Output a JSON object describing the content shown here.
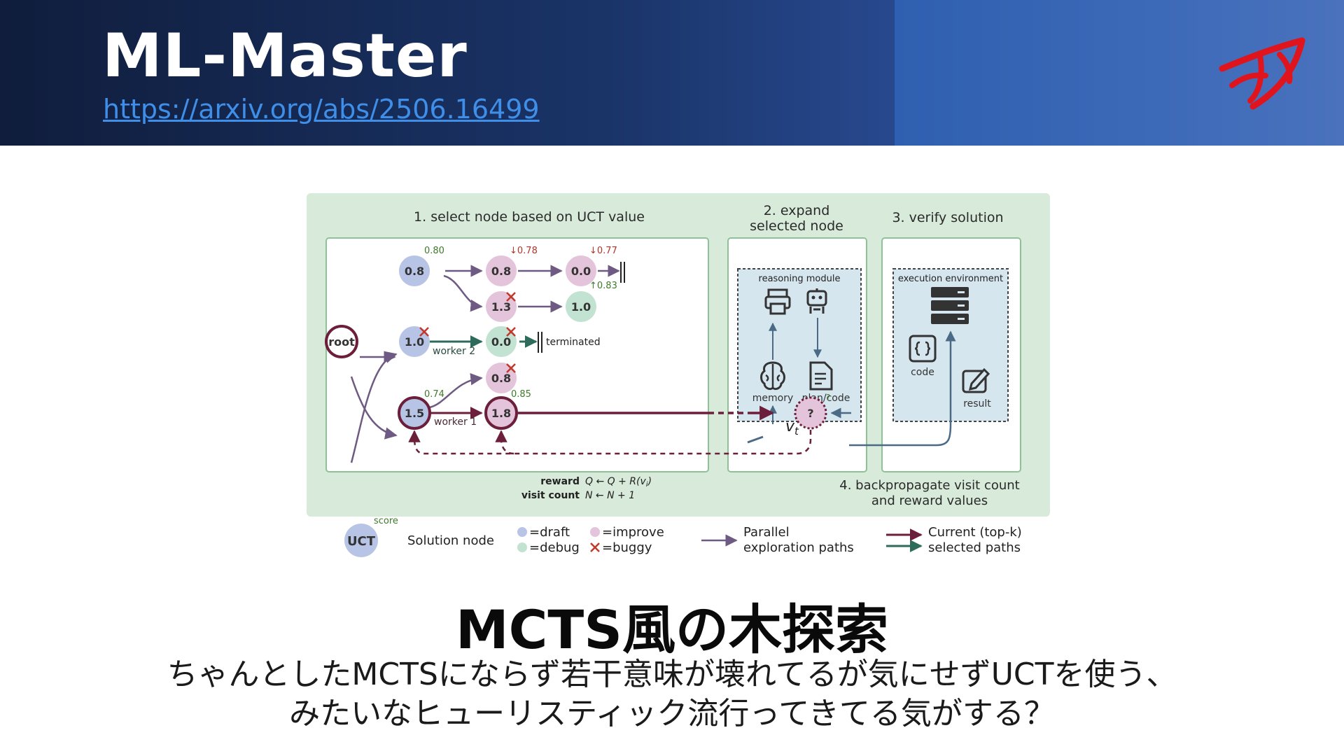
{
  "slide": {
    "title": "ML-Master",
    "link": "https://arxiv.org/abs/2506.16499",
    "heading": "MCTS風の木探索",
    "body_line1": "ちゃんとしたMCTSにならず若干意味が壊れてるが気にせずUCTを使う、",
    "body_line2": "みたいなヒューリスティック流行ってきてる気がする？"
  },
  "figure": {
    "step1": "1. select node based on UCT value",
    "step2_line1": "2. expand",
    "step2_line2": "selected node",
    "step3": "3. verify solution",
    "step4_line1": "4. backpropagate visit count",
    "step4_line2": "and reward values",
    "reasoning_module": "reasoning module",
    "execution_environment": "execution environment",
    "memory": "memory",
    "plan_code": "plan/code",
    "code": "code",
    "result": "result",
    "terminated": "terminated",
    "worker1": "worker 1",
    "worker2": "worker 2",
    "reward_label": "reward",
    "reward_formula": "Q ← Q + R(v",
    "reward_formula_sub": "i",
    "reward_formula_end": ")",
    "visit_label": "visit count",
    "visit_formula": "N ← N + 1",
    "vt": "v",
    "vt_sub": "t",
    "nodes": {
      "root": "root",
      "n1": "0.8",
      "n2": "0.8",
      "n3": "0.0",
      "n4": "1.3",
      "n5": "1.0",
      "n6": "1.0",
      "n7": "0.0",
      "n8": "0.8",
      "n9": "1.5",
      "n10": "1.8",
      "q": "?",
      "q_small": "?"
    },
    "scores": {
      "s1": "0.80",
      "s2": "↓0.78",
      "s3": "↓0.77",
      "s4": "↑0.83",
      "s5": "0.74",
      "s6": "0.85"
    },
    "legend": {
      "uct": "UCT",
      "score": "score",
      "solution_node": "Solution node",
      "draft": "=draft",
      "improve": "=improve",
      "debug": "=debug",
      "buggy": "=buggy",
      "parallel_line1": "Parallel",
      "parallel_line2": "exploration paths",
      "current_line1": "Current (top-k)",
      "current_line2": "selected paths"
    },
    "colors": {
      "panel_bg": "#d8ead9",
      "draft": "#b8c4e6",
      "improve": "#e4c4da",
      "debug": "#c2e2d2",
      "buggy": "#c0392b",
      "parallel_path": "#6e5a82",
      "selected_path": "#6b1f3a",
      "worker2_path": "#2f6b5a",
      "score_green": "#3f7a2a",
      "score_red": "#b0352a"
    }
  }
}
